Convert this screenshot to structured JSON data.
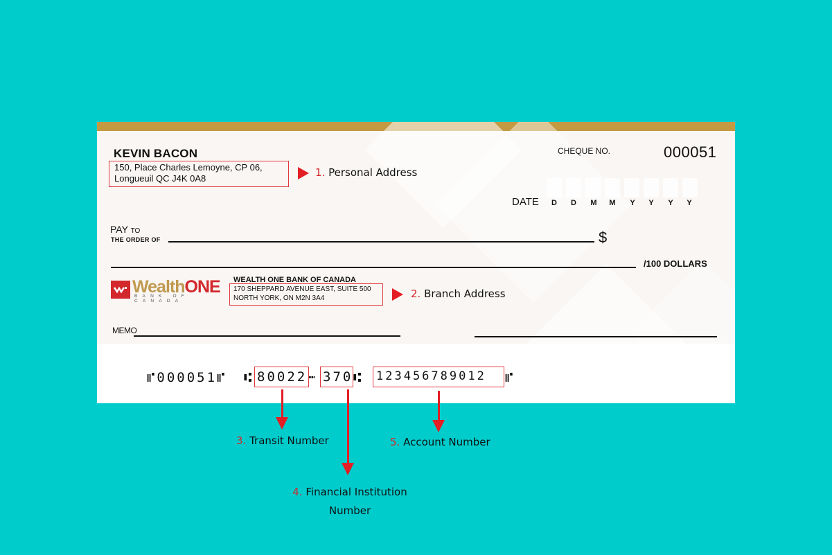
{
  "colors": {
    "background": "#00cccc",
    "gold_band": "#c39a42",
    "cheque_body": "#f9f6f3",
    "highlight_red": "#e31e24",
    "logo_gold": "#bf9a50",
    "logo_red": "#d3282c"
  },
  "cheque": {
    "payer_name": "KEVIN BACON",
    "payer_address": [
      "150, Place Charles Lemoyne, CP 06,",
      "Longueuil QC J4K 0A8"
    ],
    "cheque_no_label": "CHEQUE NO.",
    "cheque_no": "000051",
    "date_label": "DATE",
    "date_format": [
      "D",
      "D",
      "M",
      "M",
      "Y",
      "Y",
      "Y",
      "Y"
    ],
    "pay_label": "PAY",
    "pay_to_label": "TO",
    "order_of_label": "THE ORDER OF",
    "currency_symbol": "$",
    "dollars_label": "/100 DOLLARS",
    "bank": {
      "logo_wealth": "Wealth",
      "logo_one": "ONE",
      "logo_sub": "BANK OF CANADA",
      "name": "WEALTH ONE BANK OF CANADA",
      "branch_address": [
        "170 SHEPPARD AVENUE EAST, SUITE 500",
        "NORTH YORK, ON M2N 3A4"
      ]
    },
    "memo_label": "MEMO",
    "micr": {
      "cheque_number": "⑈000051⑈",
      "transit_symbol": "⑆",
      "transit_number": "80022",
      "dash_symbol": "⑉",
      "institution_number": "370",
      "transit_end_symbol": "⑆",
      "account_number": "123456789012",
      "account_end_symbol": "⑈"
    }
  },
  "annotations": [
    {
      "num": "1.",
      "label": "Personal Address"
    },
    {
      "num": "2.",
      "label": "Branch Address"
    },
    {
      "num": "3.",
      "label": "Transit Number"
    },
    {
      "num": "4.",
      "label": "Financial Institution",
      "label2": "Number"
    },
    {
      "num": "5.",
      "label": "Account Number"
    }
  ]
}
